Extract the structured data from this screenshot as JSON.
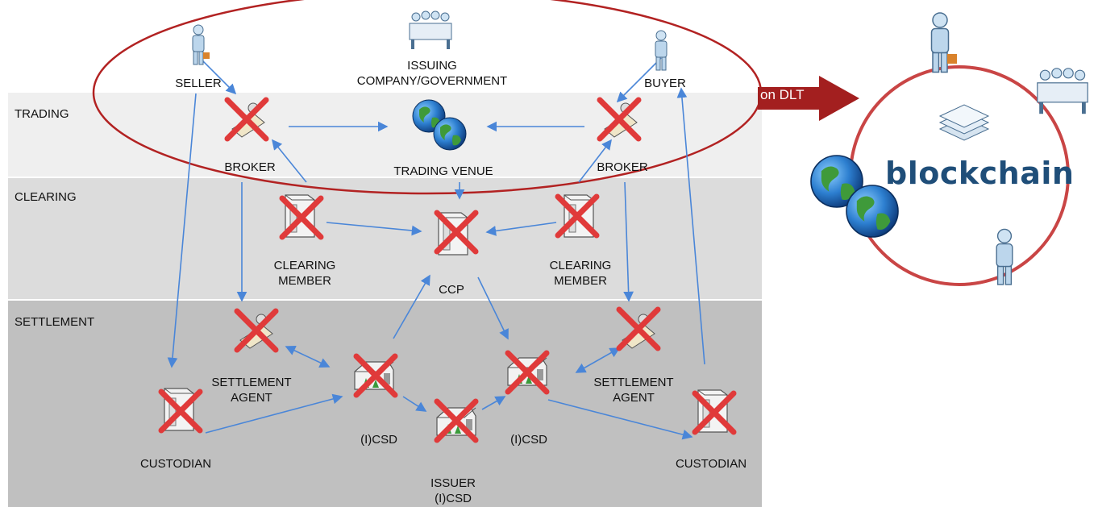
{
  "bands": {
    "trading": "TRADING",
    "clearing": "CLEARING",
    "settlement": "SETTLEMENT"
  },
  "nodes": {
    "seller": "SELLER",
    "issuing": "ISSUING\nCOMPANY/GOVERNMENT",
    "buyer": "BUYER",
    "broker_left": "BROKER",
    "trading_venue": "TRADING VENUE",
    "broker_right": "BROKER",
    "clearing_member_left": "CLEARING\nMEMBER",
    "ccp": "CCP",
    "clearing_member_right": "CLEARING\nMEMBER",
    "settlement_agent_left": "SETTLEMENT\nAGENT",
    "settlement_agent_right": "SETTLEMENT\nAGENT",
    "csd_left": "(I)CSD",
    "csd_right": "(I)CSD",
    "issuer_csd": "ISSUER\n(I)CSD",
    "custodian_left": "CUSTODIAN",
    "custodian_right": "CUSTODIAN"
  },
  "arrow_label": "on DLT",
  "blockchain": "blockchain",
  "colors": {
    "cross": "#e03a3a",
    "arrow": "#4a86d8",
    "ellipse": "#b22222",
    "dlt_arrow": "#a31f1f",
    "blockchain_text": "#1f4e79"
  },
  "icons": {
    "person": "person-icon",
    "group": "group-icon",
    "globe": "globe-icon",
    "building": "building-icon",
    "server": "server-icon",
    "documents": "documents-icon",
    "cross": "x-mark-icon"
  }
}
